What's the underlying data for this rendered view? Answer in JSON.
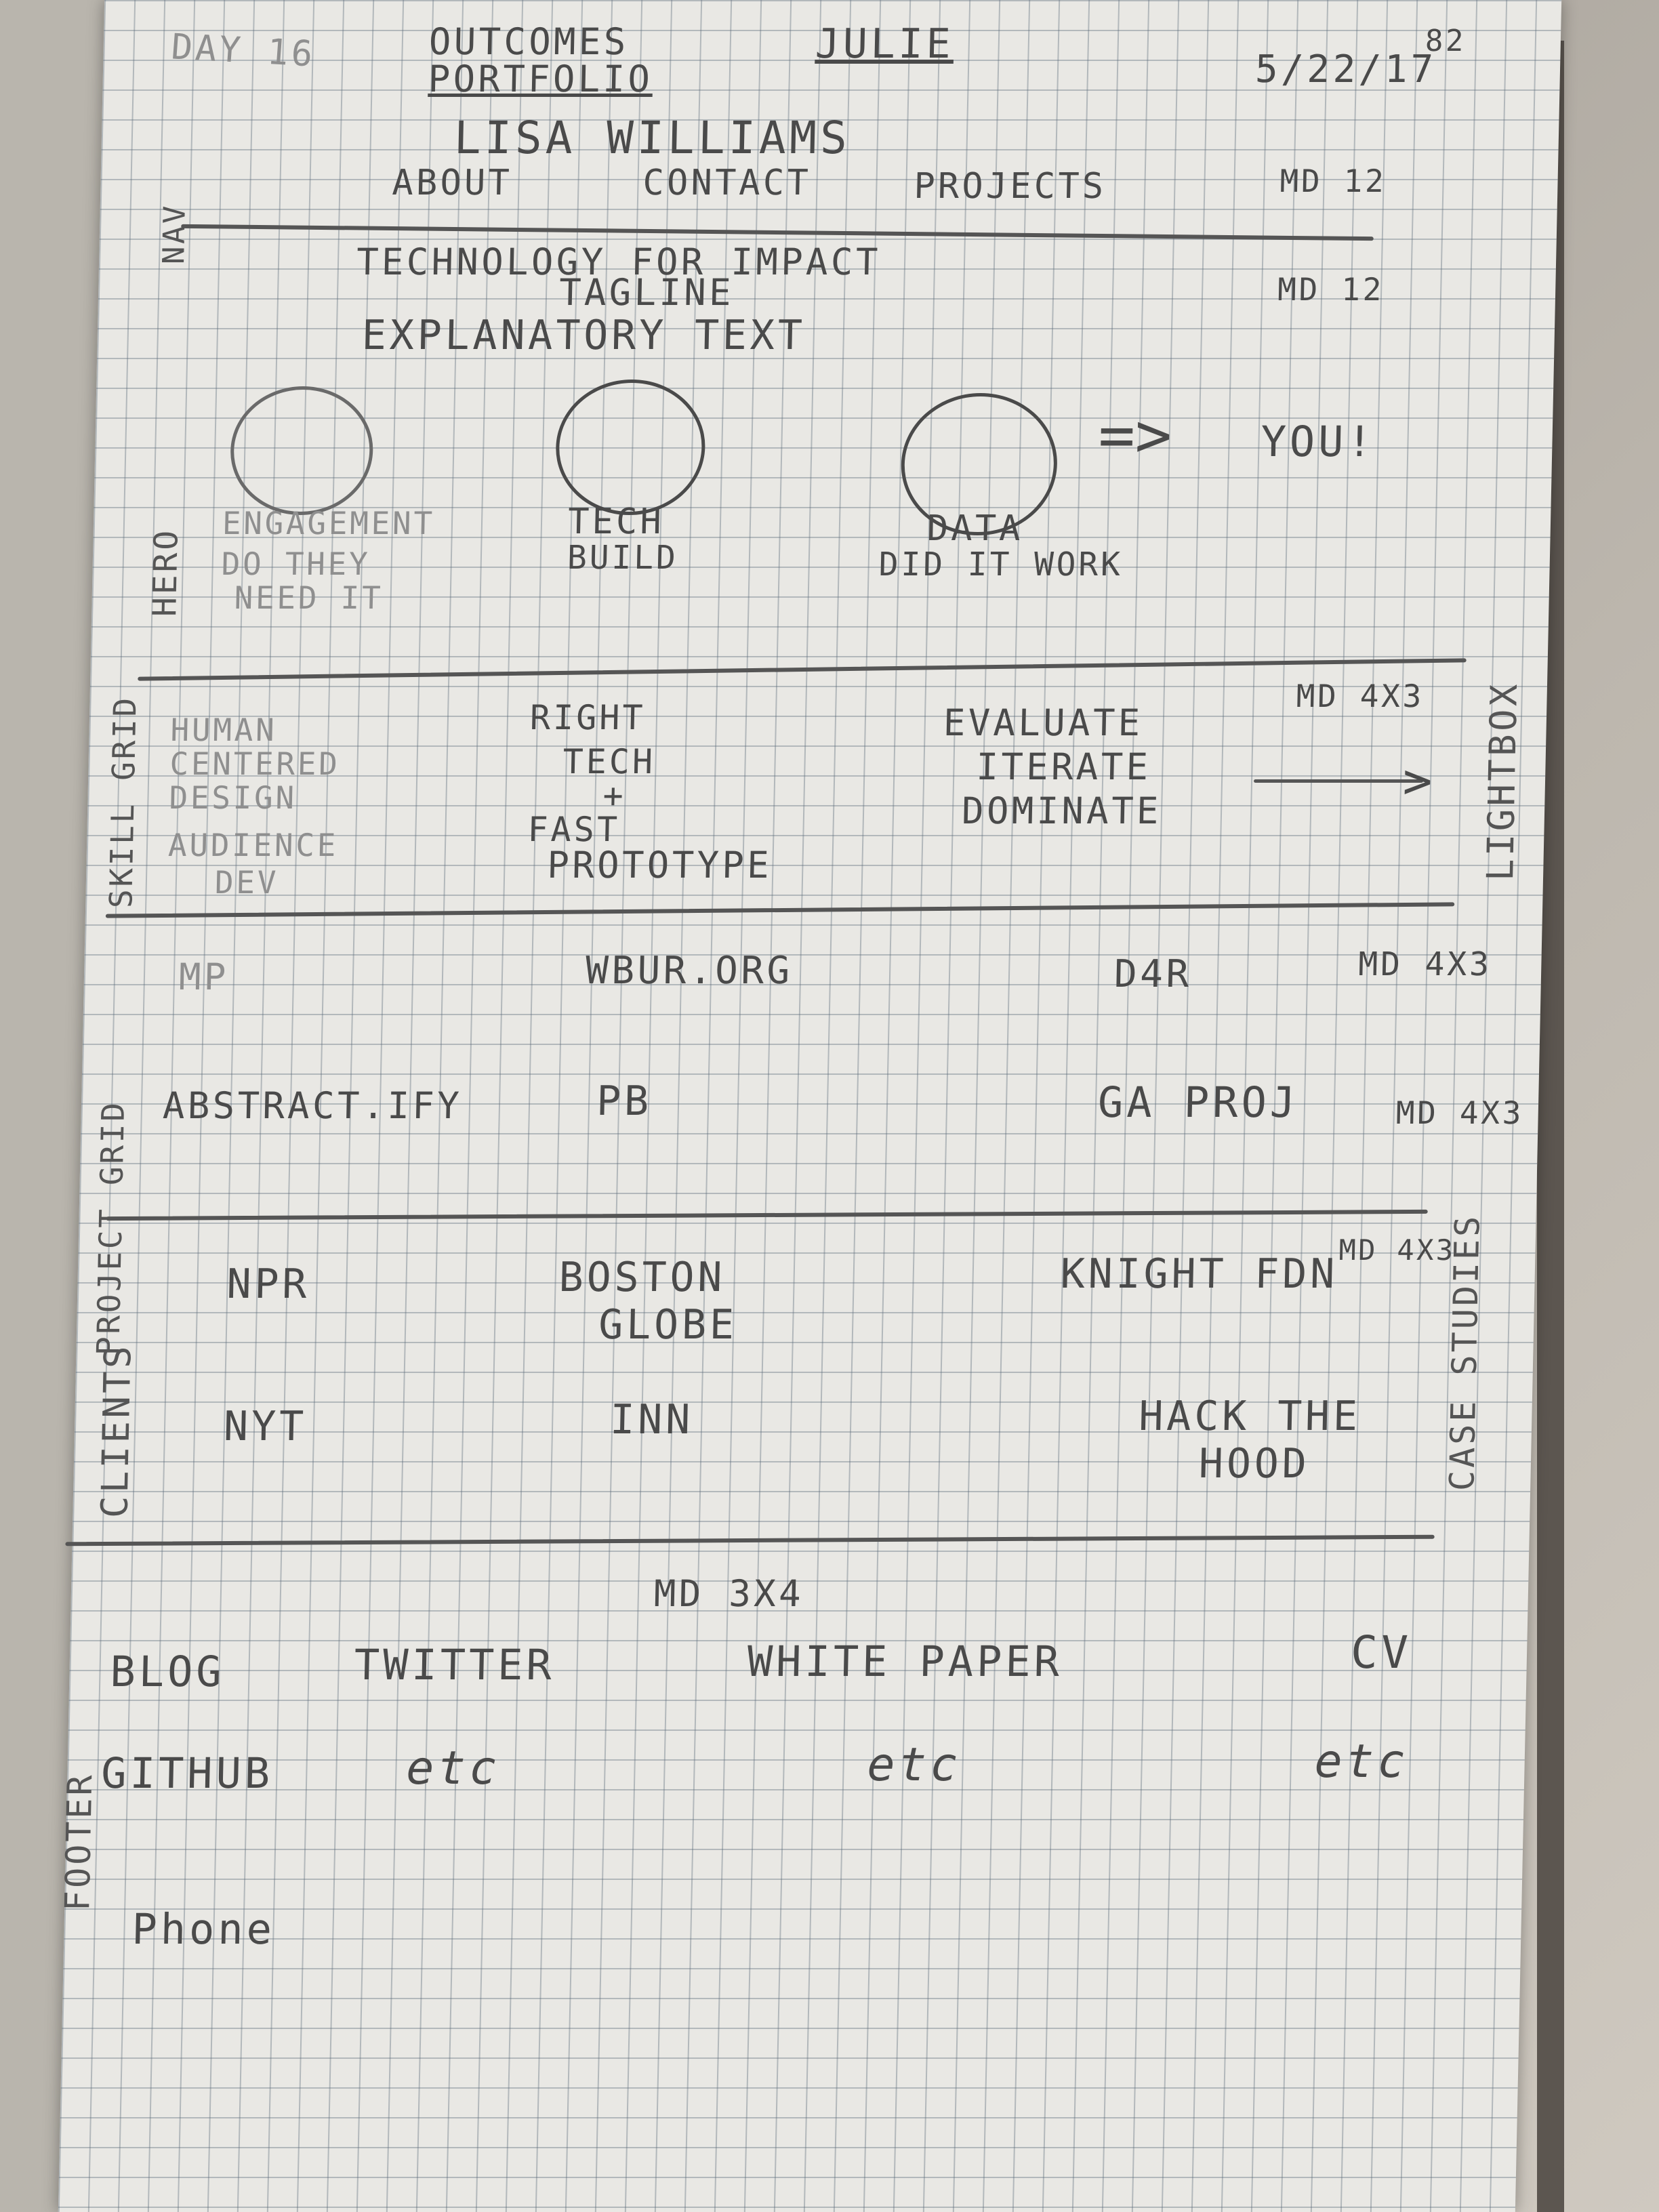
{
  "header": {
    "day": "DAY 16",
    "title_line1": "OUTCOMES",
    "title_line2": "PORTFOLIO",
    "author": "JULIE",
    "date": "5/22/17",
    "page_number": "82"
  },
  "nav": {
    "side_label": "NAV",
    "site_name": "LISA WILLIAMS",
    "links": [
      "ABOUT",
      "CONTACT",
      "PROJECTS"
    ],
    "grid_note": "MD 12"
  },
  "hero": {
    "side_label": "HERO",
    "line1": "TECHNOLOGY FOR IMPACT",
    "line2": "TAGLINE",
    "line3": "EXPLANATORY TEXT",
    "grid_note": "MD 12",
    "circles": [
      {
        "label1": "ENGAGEMENT",
        "label2": "DO THEY",
        "label3": "NEED IT"
      },
      {
        "label1": "TECH",
        "label2": "BUILD"
      },
      {
        "label1": "DATA",
        "label2": "DID IT WORK"
      }
    ],
    "arrow": "=>",
    "you": "YOU!"
  },
  "skill_grid": {
    "side_label": "SKILL GRID",
    "grid_note": "MD 4X3",
    "right_label": "LIGHTBOX",
    "col1": [
      "HUMAN",
      "CENTERED",
      "DESIGN",
      "AUDIENCE",
      "DEV"
    ],
    "col2": [
      "RIGHT",
      "TECH",
      "+",
      "FAST",
      "PROTOTYPE"
    ],
    "col3": [
      "EVALUATE",
      "ITERATE",
      "DOMINATE"
    ]
  },
  "project_grid": {
    "side_label": "PROJECT GRID",
    "row1": [
      "MP",
      "WBUR.ORG",
      "D4R"
    ],
    "row1_note": "MD 4X3",
    "row2": [
      "ABSTRACT.IFY",
      "PB",
      "GA PROJ"
    ],
    "row2_note": "MD 4X3"
  },
  "clients": {
    "side_label": "CLIENTS",
    "grid_note": "MD 4X3",
    "right_label": "CASE STUDIES",
    "row1": [
      "NPR",
      "BOSTON",
      "GLOBE",
      "KNIGHT FDN"
    ],
    "row2": [
      "NYT",
      "INN",
      "HACK THE",
      "HOOD"
    ]
  },
  "footer": {
    "side_label": "FOOTER",
    "grid_note": "MD 3X4",
    "row1": [
      "BLOG",
      "TWITTER",
      "WHITE PAPER",
      "CV"
    ],
    "row2": [
      "GITHUB",
      "etc",
      "etc",
      "etc"
    ],
    "phone": "Phone"
  },
  "colors": {
    "paper": "#e9e8e4",
    "grid": "#7a8795",
    "pencil": "#4a4a4a"
  }
}
